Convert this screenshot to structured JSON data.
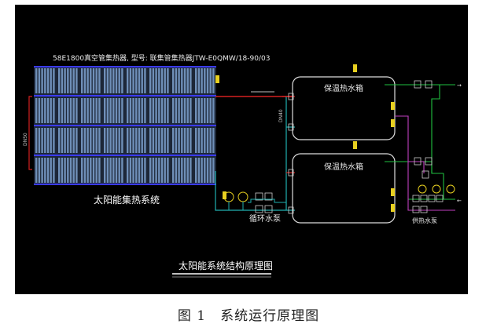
{
  "diagram": {
    "collector_spec": "58E1800真空管集热器, 型号: 联集管集热器JTW-E0QMW/18-90/03",
    "collector_label": "太阳能集热系统",
    "tank_upper_label": "保温热水箱",
    "tank_lower_label": "保温热水箱",
    "circulation_pump_label": "循环水泵",
    "supply_pump_label": "供热水泵",
    "diagram_title": "太阳能系统结构原理图",
    "pipe_label_left": "DN50",
    "pipe_label_mid": "DN40",
    "colors": {
      "background": "#000000",
      "collector_tube": "#6f8fb8",
      "collector_header": "#3a3aff",
      "hot_pipe": "#d42020",
      "cold_pipe": "#20b0b0",
      "supply_pipe": "#20c040",
      "return_pipe": "#c040c0",
      "tank_outline": "#dddddd",
      "sensor": "#e8d020"
    }
  },
  "caption": {
    "number": "图 1",
    "text": "系统运行原理图"
  }
}
